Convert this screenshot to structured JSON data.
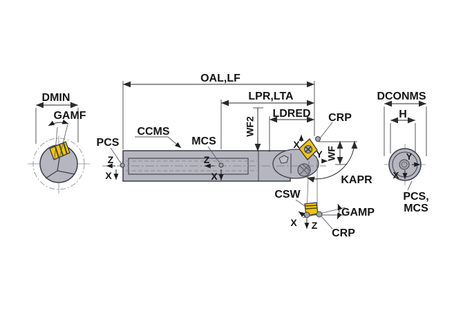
{
  "diagram": {
    "type": "technical-drawing",
    "subject": "indexable-boring-bar-dimension-diagram",
    "labels": {
      "oal_lf": "OAL,LF",
      "lpr_lta": "LPR,LTA",
      "ldred": "LDRED",
      "wf2": "WF2",
      "crp_top": "CRP",
      "dmin": "DMIN",
      "gamf": "GAMF",
      "pcs": "PCS",
      "ccms": "CCMS",
      "mcs": "MCS",
      "wf": "WF",
      "kapr": "KAPR",
      "csw": "CSW",
      "gamp": "GAMP",
      "crp_bottom": "CRP",
      "dconms": "DCONMS",
      "h": "H",
      "pcs_mcs_1": "PCS,",
      "pcs_mcs_2": "MCS"
    },
    "axes": {
      "pcs_z": "Z",
      "pcs_x": "X",
      "mcs_z": "Z",
      "mcs_x": "X",
      "insert_x": "X",
      "insert_y": "Y",
      "lower_x": "X",
      "lower_z": "Z",
      "end_y": "Y",
      "end_x": "X"
    },
    "colors": {
      "metal": "#b6b6c0",
      "outline": "#3c3c46",
      "insert_yellow": "#f2c40e",
      "dim_line": "#2a2a2a",
      "centerline": "#8a8a94"
    }
  }
}
